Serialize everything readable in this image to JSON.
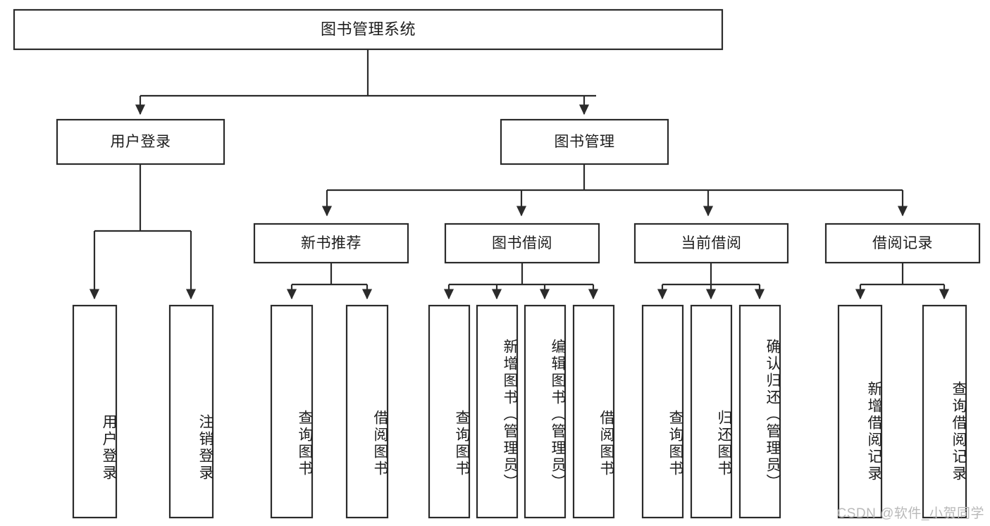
{
  "diagram": {
    "title": "图书管理系统",
    "type": "tree-structure-chart",
    "watermark": "CSDN @软件_小贺同学",
    "colors": {
      "box_stroke": "#2b2b2b",
      "box_fill": "#ffffff",
      "text": "#1d1d1d",
      "canvas": "#ffffff",
      "watermark": "#b9b9b9"
    },
    "nodes": {
      "root": {
        "label": "图书管理系统"
      },
      "level2": [
        {
          "label": "用户登录"
        },
        {
          "label": "图书管理"
        }
      ],
      "level3": [
        {
          "label": "新书推荐"
        },
        {
          "label": "图书借阅"
        },
        {
          "label": "当前借阅"
        },
        {
          "label": "借阅记录"
        }
      ],
      "leaves": {
        "user_login": [
          {
            "label": "用户登录"
          },
          {
            "label": "注销登录"
          }
        ],
        "new_book_recommend": [
          {
            "label": "查询图书"
          },
          {
            "label": "借阅图书"
          }
        ],
        "book_borrow": [
          {
            "label": "查询图书"
          },
          {
            "label": "新增图书（管理员）"
          },
          {
            "label": "编辑图书（管理员）"
          },
          {
            "label": "借阅图书"
          }
        ],
        "current_borrow": [
          {
            "label": "查询图书"
          },
          {
            "label": "归还图书"
          },
          {
            "label": "确认归还（管理员）"
          }
        ],
        "borrow_record": [
          {
            "label": "新增借阅记录"
          },
          {
            "label": "查询借阅记录"
          }
        ]
      }
    }
  }
}
